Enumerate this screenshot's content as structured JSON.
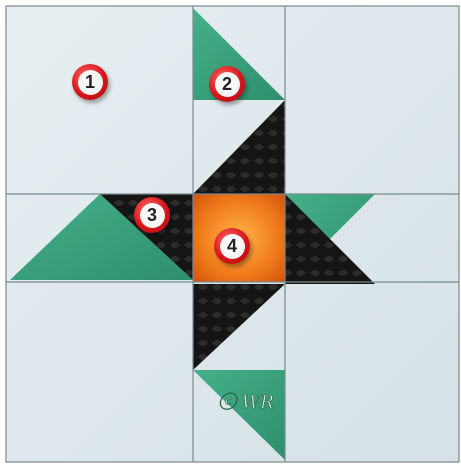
{
  "title": "",
  "markers": [
    {
      "id": "1",
      "label": "1"
    },
    {
      "id": "2",
      "label": "2"
    },
    {
      "id": "3",
      "label": "3"
    },
    {
      "id": "4",
      "label": "4"
    }
  ],
  "signature": "ⓒ WR",
  "colors": {
    "background": "#dfe8ec",
    "green": "#3aa07d",
    "black": "#141414",
    "orange": "#f07b1a",
    "seam": "#7a8a8f",
    "marker_ring": "#d8151b",
    "marker_face": "#ffffff"
  },
  "icons": {
    "marker": "numbered-circle-icon",
    "signature": "signature-icon"
  }
}
